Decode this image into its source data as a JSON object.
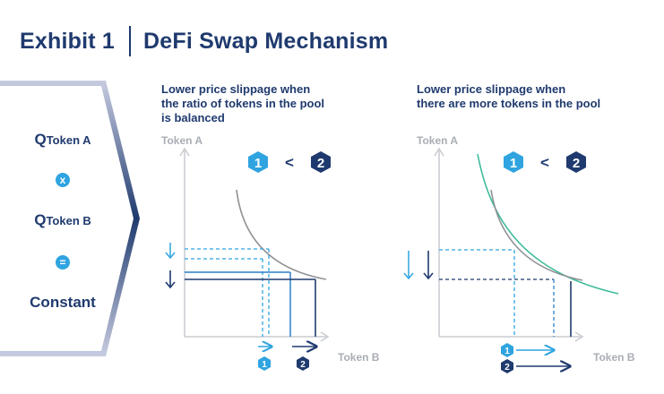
{
  "header": {
    "exhibit": "Exhibit 1",
    "title": "DeFi Swap Mechanism"
  },
  "formula": {
    "q_symbol": "Q",
    "token_a": "Token A",
    "token_b": "Token B",
    "multiply": "x",
    "equals": "=",
    "constant": "Constant"
  },
  "left_panel": {
    "caption_lines": [
      "Lower price slippage when",
      "the ratio of tokens in the pool",
      "is balanced"
    ],
    "y_axis": "Token A",
    "x_axis": "Token B",
    "badge_1": "1",
    "badge_2": "2",
    "compare": "<"
  },
  "right_panel": {
    "caption_lines": [
      "Lower price slippage when",
      "there are more tokens in the pool"
    ],
    "y_axis": "Token A",
    "x_axis": "Token B",
    "badge_1": "1",
    "badge_2": "2",
    "compare": "<"
  },
  "colors": {
    "navy": "#1f3a6e",
    "light_blue": "#2fa4e0",
    "mid_blue": "#2c7fc5",
    "curve_gray": "#8f9296",
    "teal": "#3dbb9c",
    "axis_gray": "#c8cbd0",
    "gradient_light": "#c7cce0"
  }
}
